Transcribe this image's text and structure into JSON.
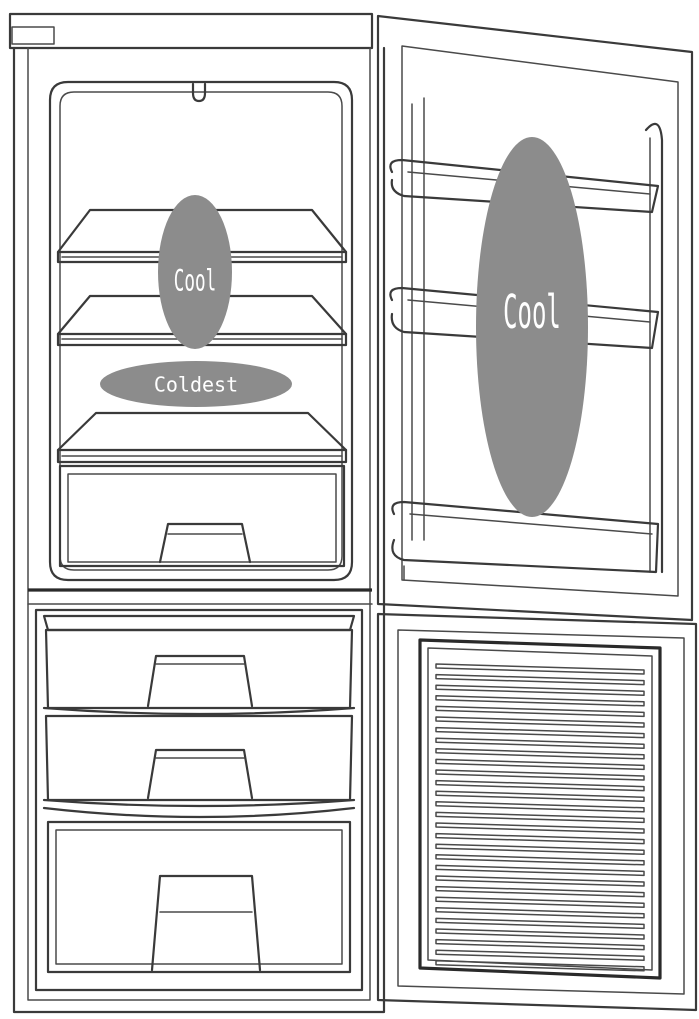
{
  "zones": {
    "fridge_upper": {
      "label": "Cool",
      "color": "#8c8c8c"
    },
    "fridge_coldest": {
      "label": "Coldest",
      "color": "#8c8c8c"
    },
    "door": {
      "label": "Cool",
      "color": "#8c8c8c"
    }
  },
  "parts": {
    "fridge_shelves": 3,
    "crisper_drawers": 1,
    "freezer_drawers": 3,
    "door_balconies": 3
  }
}
